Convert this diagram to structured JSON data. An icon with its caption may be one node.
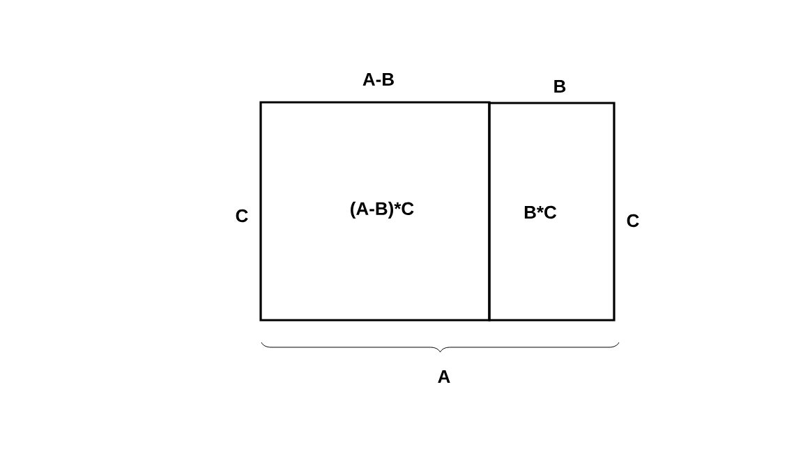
{
  "diagram": {
    "nodes": [
      {
        "text": [
          "(A-B)*C"
        ]
      },
      {
        "text": [
          "B*C"
        ]
      }
    ],
    "labels": [
      "A-B",
      "B",
      "C",
      "C",
      "A"
    ]
  }
}
